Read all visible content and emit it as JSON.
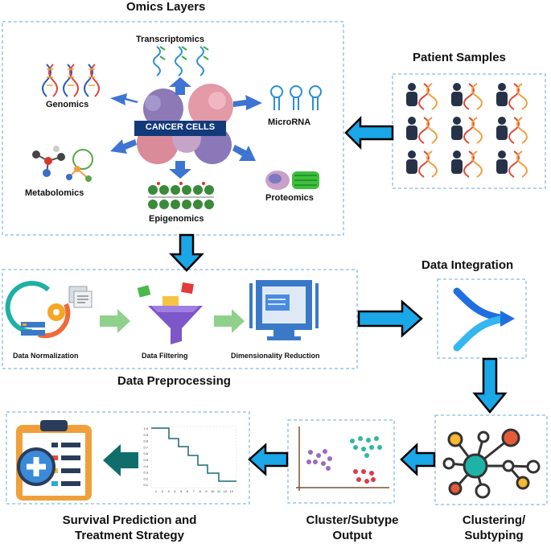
{
  "titles": {
    "omics_layers": "Omics Layers",
    "patient_samples": "Patient Samples",
    "data_integration": "Data Integration",
    "data_preprocessing": "Data Preprocessing",
    "survival_line1": "Survival Prediction and",
    "survival_line2": "Treatment Strategy",
    "cluster_output_line1": "Cluster/Subtype",
    "cluster_output_line2": "Output",
    "clustering_line1": "Clustering/",
    "clustering_line2": "Subtyping"
  },
  "omics": {
    "center": "CANCER CELLS",
    "transcriptomics": "Transcriptomics",
    "genomics": "Genomics",
    "microrna": "MicroRNA",
    "metabolomics": "Metabolomics",
    "proteomics": "Proteomics",
    "epigenomics": "Epigenomics"
  },
  "preprocessing": {
    "normalization": "Data Normalization",
    "filtering": "Data Filtering",
    "reduction": "Dimensionality Reduction"
  },
  "km_plot": {
    "y_ticks": [
      "1.0",
      "0.9",
      "0.8",
      "0.7",
      "0.6",
      "0.5",
      "0.4",
      "0.3",
      "0.2",
      "0.1"
    ],
    "x_ticks": [
      "1",
      "2",
      "3",
      "4",
      "5",
      "6",
      "7",
      "8",
      "9",
      "10",
      "11",
      "12",
      "13"
    ]
  },
  "colors": {
    "arrow_blue": "#19a7e8",
    "frame_blue": "#6aa8d8",
    "teal_arrow": "#0f6e6c",
    "green_arrow": "#8fd18b",
    "cancer_label_bg": "#123a7a"
  }
}
